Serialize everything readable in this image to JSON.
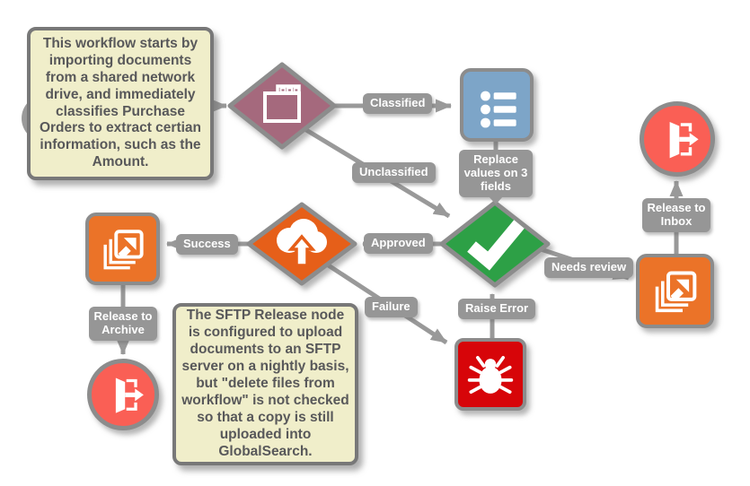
{
  "notes": {
    "top_left": "This workflow starts by importing documents from a shared network drive, and immediately classifies Purchase Orders to extract certian information, such as the Amount.",
    "bottom": "The SFTP Release node is configured to upload documents to an SFTP server on a nightly basis, but \"delete files from workflow\" is not checked so that a copy is still uploaded into GlobalSearch."
  },
  "edge_labels": {
    "classified": "Classified",
    "unclassified": "Unclassified",
    "replace_values": "Replace values on 3 fields",
    "approved": "Approved",
    "success": "Success",
    "failure": "Failure",
    "raise_error": "Raise Error",
    "needs_review": "Needs review",
    "release_to_inbox": "Release to Inbox",
    "release_to_archive": "Release to Archive"
  },
  "nodes": [
    {
      "id": "classify",
      "shape": "diamond",
      "color": "#a5697d",
      "icon": "browser-window-icon"
    },
    {
      "id": "replace-values",
      "shape": "square",
      "color": "#7da5c8",
      "icon": "list-icon"
    },
    {
      "id": "approval-check",
      "shape": "diamond",
      "color": "#2da046",
      "icon": "check-icon"
    },
    {
      "id": "sftp-release",
      "shape": "diamond",
      "color": "#e65f19",
      "icon": "cloud-upload-icon"
    },
    {
      "id": "archive-release",
      "shape": "square",
      "color": "#eb7328",
      "icon": "export-icon"
    },
    {
      "id": "inbox-release",
      "shape": "square",
      "color": "#eb7328",
      "icon": "export-icon"
    },
    {
      "id": "raise-error",
      "shape": "square",
      "color": "#d70509",
      "icon": "bug-icon"
    },
    {
      "id": "exit-archive",
      "shape": "circle",
      "color": "#fa5f55",
      "icon": "door-exit-icon"
    },
    {
      "id": "exit-inbox",
      "shape": "circle",
      "color": "#fa5f55",
      "icon": "door-exit-icon"
    }
  ],
  "colors": {
    "connector": "#999999",
    "label_bg": "#969696",
    "node_border": "#8c8c8c",
    "note_bg": "#f0eeca",
    "note_border": "#787878",
    "note_text": "#58585a"
  }
}
